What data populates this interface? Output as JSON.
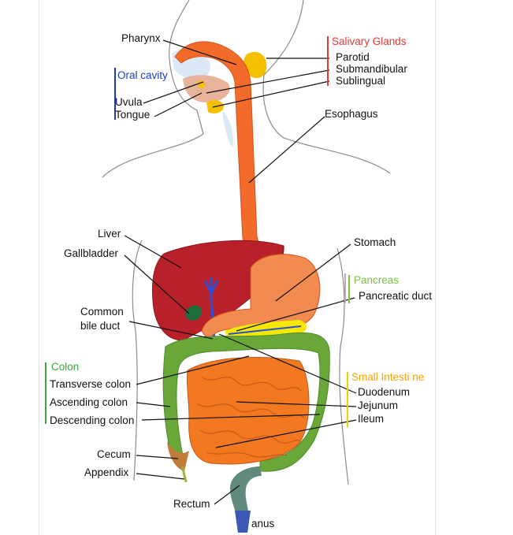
{
  "groups": {
    "salivary": {
      "title": "Salivary Glands",
      "items": [
        "Parotid",
        "Submandibular",
        "Sublingual"
      ],
      "color": "#e53935"
    },
    "oral": {
      "title": "Oral cavity",
      "items": [
        "Uvula",
        "Tongue"
      ],
      "color": "#1a3fb5"
    },
    "pancreas": {
      "title": "Pancreas",
      "items": [
        "Pancreatic duct"
      ],
      "color": "#7bc043"
    },
    "small_intestine": {
      "title": "Small Intesti ne",
      "items": [
        "Duodenum",
        "Jejunum",
        "Ileum"
      ],
      "color": "#f0a500"
    },
    "colon": {
      "title": "Colon",
      "items": [
        "Transverse colon",
        "Ascending colon",
        "Descending colon"
      ],
      "color": "#3aa83a"
    }
  },
  "labels": {
    "pharynx": "Pharynx",
    "esophagus": "Esophagus",
    "liver": "Liver",
    "gallbladder": "Gallbladder",
    "stomach": "Stomach",
    "common_bile_duct_1": "Common",
    "common_bile_duct_2": "bile duct",
    "cecum": "Cecum",
    "appendix": "Appendix",
    "rectum": "Rectum",
    "anus": "anus"
  },
  "colors": {
    "esophagus": "#f26b2a",
    "liver": "#b8202a",
    "stomach": "#f28b50",
    "small_intestine": "#f2791f",
    "colon": "#6aa739",
    "pancreas": "#f6e800",
    "gallbladder": "#1d6e3a",
    "bile_duct": "#2d4fd6",
    "gland": "#f5c000"
  }
}
